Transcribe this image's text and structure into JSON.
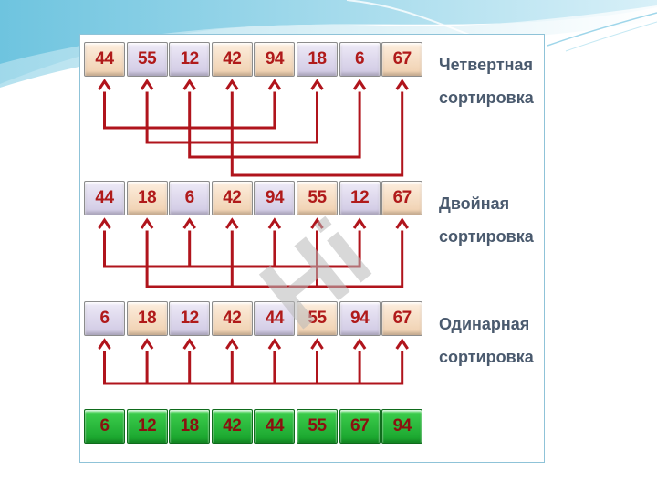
{
  "rows": [
    {
      "cells": [
        {
          "v": "44",
          "c": "pea"
        },
        {
          "v": "55",
          "c": "lav"
        },
        {
          "v": "12",
          "c": "lav"
        },
        {
          "v": "42",
          "c": "pea"
        },
        {
          "v": "94",
          "c": "pea"
        },
        {
          "v": "18",
          "c": "lav"
        },
        {
          "v": "6",
          "c": "lav"
        },
        {
          "v": "67",
          "c": "pea"
        }
      ],
      "label": [
        "Четвертная",
        "сортировка"
      ],
      "groups": [
        [
          0,
          4
        ],
        [
          1,
          5
        ],
        [
          2,
          6
        ],
        [
          3,
          7
        ]
      ]
    },
    {
      "cells": [
        {
          "v": "44",
          "c": "lav"
        },
        {
          "v": "18",
          "c": "pea"
        },
        {
          "v": "6",
          "c": "lav"
        },
        {
          "v": "42",
          "c": "pea"
        },
        {
          "v": "94",
          "c": "lav"
        },
        {
          "v": "55",
          "c": "pea"
        },
        {
          "v": "12",
          "c": "lav"
        },
        {
          "v": "67",
          "c": "pea"
        }
      ],
      "label": [
        "Двойная",
        "сортировка"
      ],
      "groups": [
        [
          0,
          2,
          4,
          6
        ],
        [
          1,
          3,
          5,
          7
        ]
      ]
    },
    {
      "cells": [
        {
          "v": "6",
          "c": "lav"
        },
        {
          "v": "18",
          "c": "pea"
        },
        {
          "v": "12",
          "c": "lav"
        },
        {
          "v": "42",
          "c": "pea"
        },
        {
          "v": "44",
          "c": "lav"
        },
        {
          "v": "55",
          "c": "pea"
        },
        {
          "v": "94",
          "c": "lav"
        },
        {
          "v": "67",
          "c": "pea"
        }
      ],
      "label": [
        "Одинарная",
        "сортировка"
      ],
      "groups": [
        [
          0,
          1,
          2,
          3,
          4,
          5,
          6,
          7
        ]
      ]
    },
    {
      "cells": [
        {
          "v": "6",
          "c": "grn"
        },
        {
          "v": "12",
          "c": "grn"
        },
        {
          "v": "18",
          "c": "grn"
        },
        {
          "v": "42",
          "c": "grn"
        },
        {
          "v": "44",
          "c": "grn"
        },
        {
          "v": "55",
          "c": "grn"
        },
        {
          "v": "67",
          "c": "grn"
        },
        {
          "v": "94",
          "c": "grn"
        }
      ],
      "label": [
        "",
        ""
      ],
      "groups": []
    }
  ],
  "colors": {
    "arrow": "#b0141c",
    "lavender_top": "#eeeaf7",
    "peach_top": "#fdeede",
    "sorted_green": "#22b534",
    "number": "#b01a1a",
    "label": "#4a5a6e",
    "watermark": "#c8baf2"
  }
}
